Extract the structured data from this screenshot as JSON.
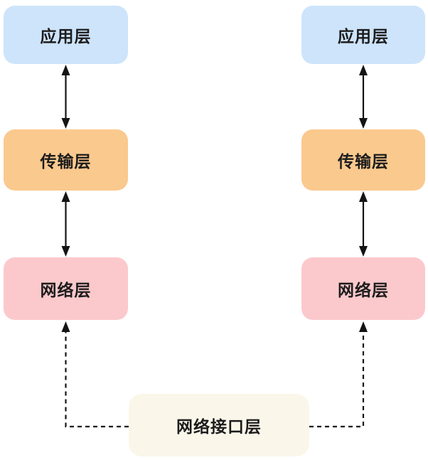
{
  "diagram": {
    "stacks": [
      {
        "side": "left",
        "layers": [
          {
            "label": "应用层"
          },
          {
            "label": "传输层"
          },
          {
            "label": "网络层"
          }
        ]
      },
      {
        "side": "right",
        "layers": [
          {
            "label": "应用层"
          },
          {
            "label": "传输层"
          },
          {
            "label": "网络层"
          }
        ]
      }
    ],
    "bottom": {
      "label": "网络接口层"
    },
    "colors": {
      "application": "#cde4fb",
      "transport": "#fac98e",
      "network": "#fbc9cc",
      "interface": "#faf7ea",
      "arrow": "#141414"
    }
  }
}
